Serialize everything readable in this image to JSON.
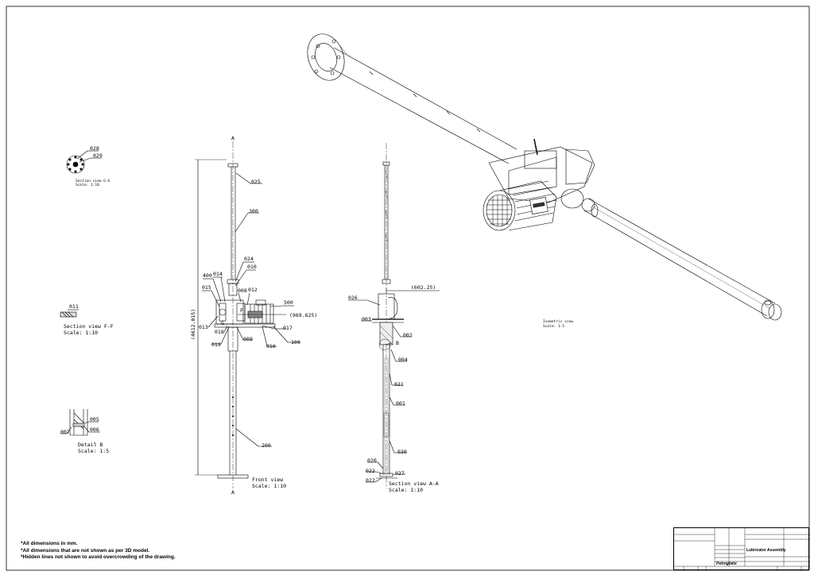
{
  "labels": {
    "p028": "028",
    "p029": "029",
    "sec_gg": "Section view G-G",
    "sec_gg_scale": "Scale: 1:10",
    "p011": "011",
    "sec_ff": "Section view F-F",
    "sec_ff_scale": "Scale: 1:10",
    "p005": "005",
    "p006": "006",
    "p007": "007",
    "det_b": "Detail B",
    "det_b_scale": "Scale: 1:5",
    "A_top": "A",
    "A_bot": "A",
    "p025": "025",
    "p300": "300",
    "p024": "024",
    "p010": "010",
    "p400": "400",
    "p014": "014",
    "p015": "015",
    "p008": "008",
    "p012": "012",
    "p500": "500",
    "dim_969": "(969.625)",
    "p013": "013",
    "G": "G",
    "F": "F",
    "p018": "018",
    "p017": "017",
    "p019": "019",
    "p009": "009",
    "p016": "016",
    "p100": "100",
    "p200": "200",
    "dim_4612": "(4612.015)",
    "front": "Front view",
    "front_scale": "Scale: 1:10",
    "dim_602": "(602.25)",
    "p026": "026",
    "p003": "003",
    "p002": "002",
    "B": "B",
    "p004": "004",
    "p021": "021",
    "p001": "001",
    "p030": "030",
    "p020": "020",
    "p022a": "022",
    "p027": "027",
    "p022b": "022",
    "secaa": "Section view A-A",
    "secaa_scale": "Scale: 1:10",
    "iso": "Isometric view",
    "iso_scale": "Scale: 1:5"
  },
  "notes": [
    "*All dimensions in mm.",
    "*All dimensions that are not shown as per 3D model.",
    "*Hidden lines not shown to avoid overcrowding of the drawing."
  ],
  "title_block": {
    "title": "Lubricator Assembly",
    "company": "Petroglatix"
  }
}
